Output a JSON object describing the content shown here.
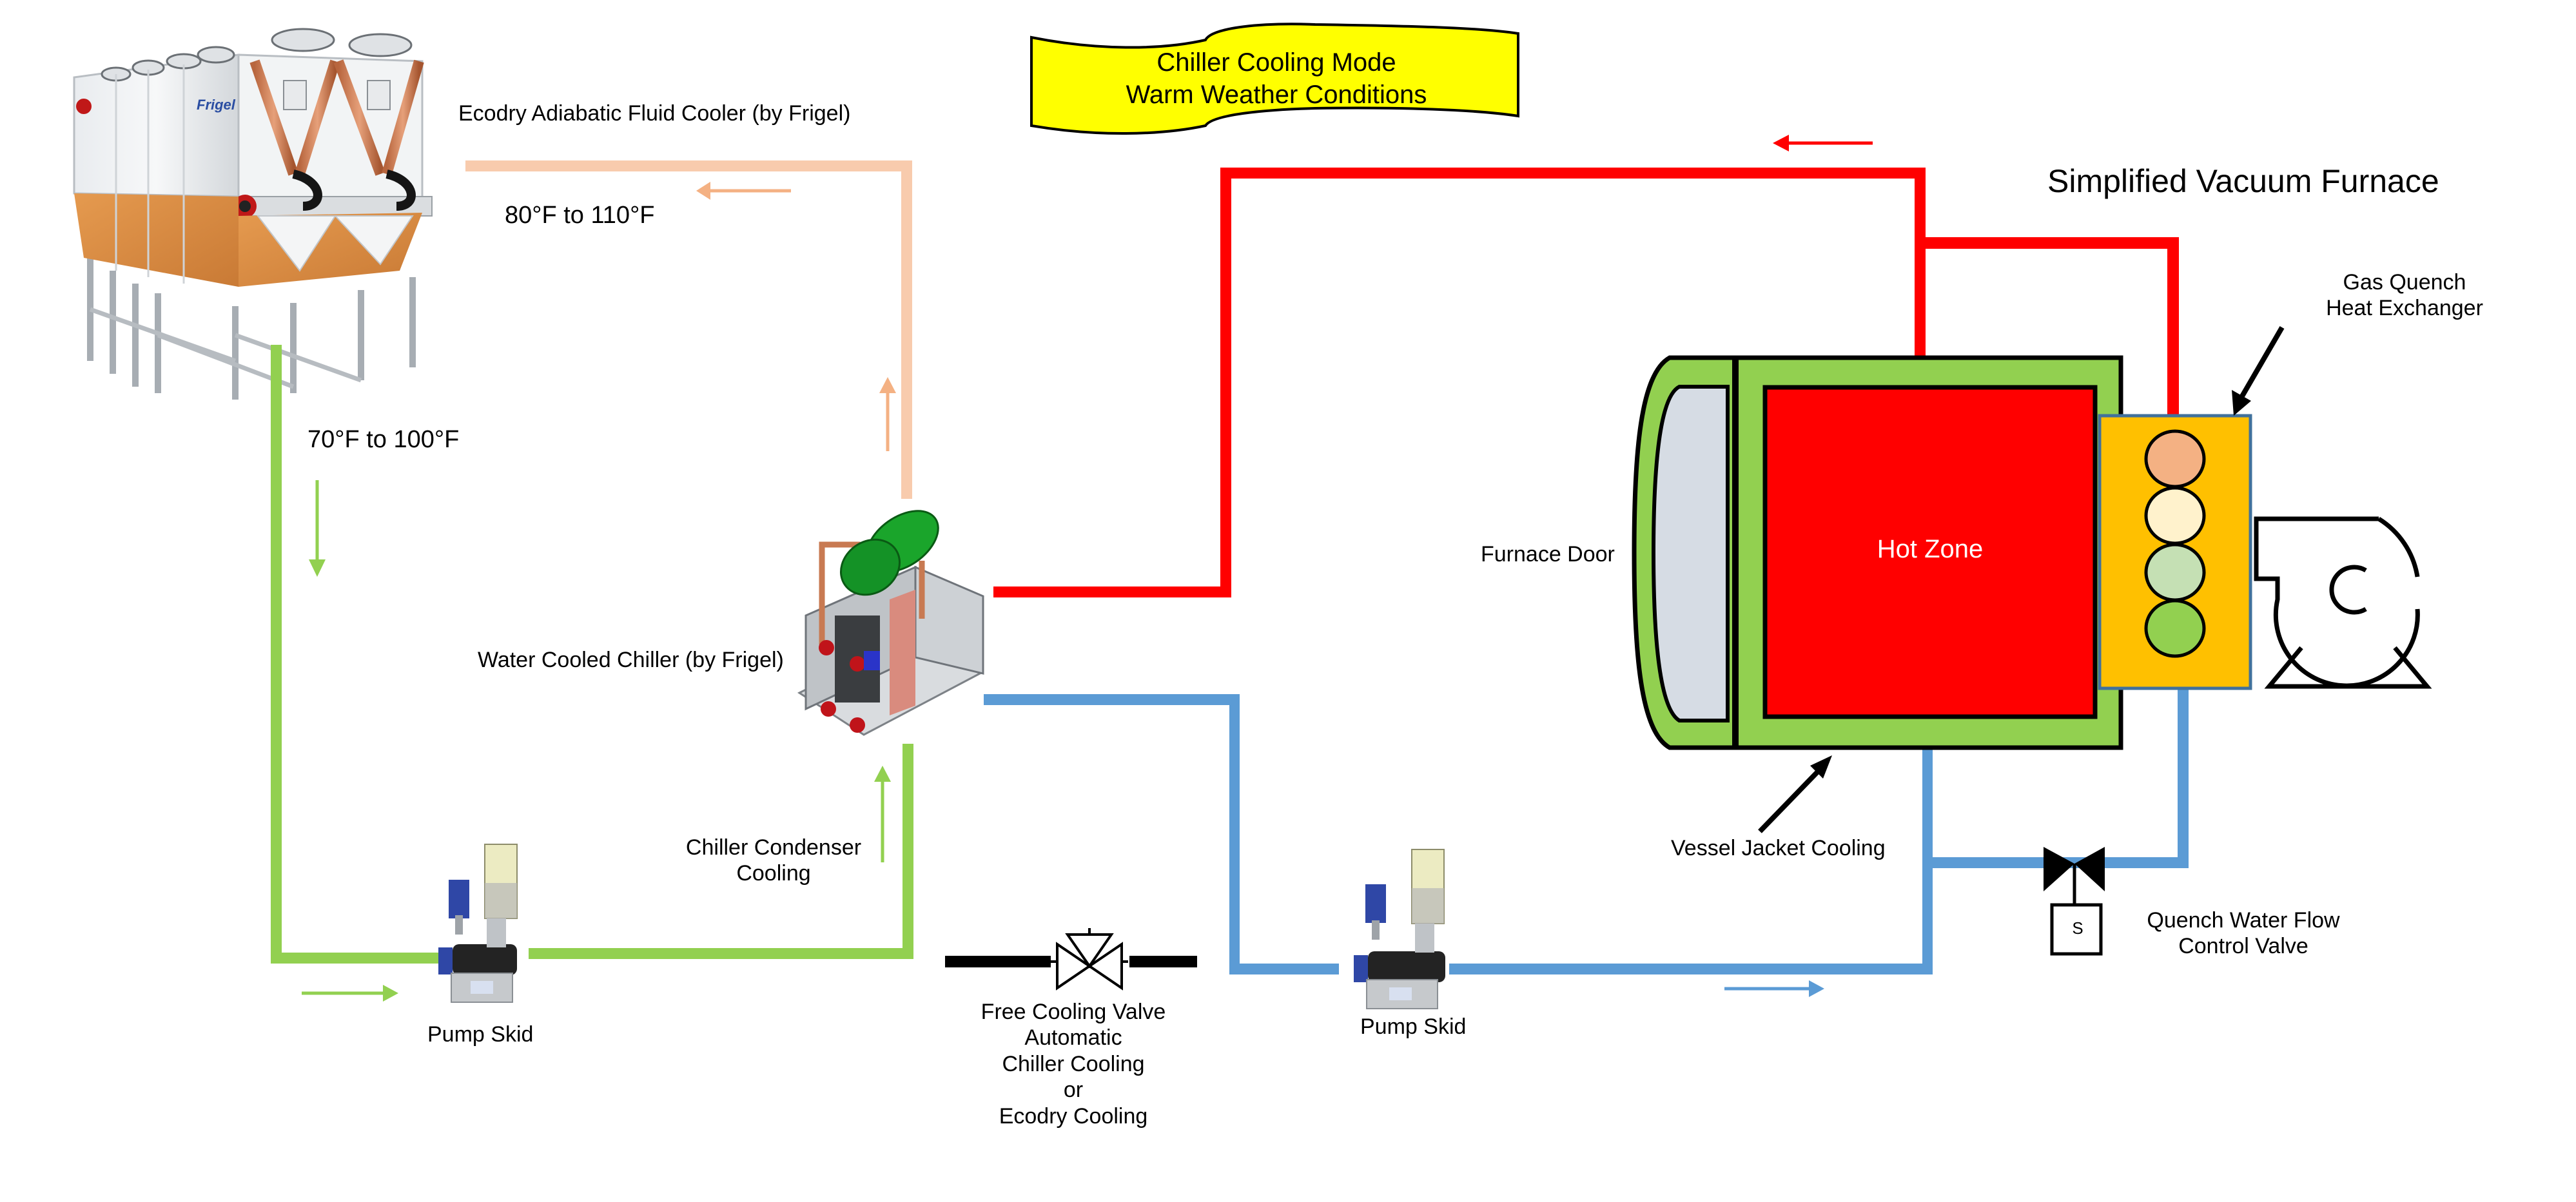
{
  "banner": {
    "line1": "Chiller Cooling Mode",
    "line2": "Warm Weather Conditions",
    "fill": "#FFFF00"
  },
  "title": "Simplified Vacuum Furnace",
  "labels": {
    "ecodry": "Ecodry Adiabatic Fluid Cooler (by Frigel)",
    "temp_return": "80°F to 110°F",
    "temp_supply": "70°F to 100°F",
    "chiller": "Water Cooled Chiller (by Frigel)",
    "condenser_line1": "Chiller Condenser",
    "condenser_line2": "Cooling",
    "pump_skid_left": "Pump Skid",
    "pump_skid_right": "Pump Skid",
    "free_cooling": [
      "Free Cooling Valve",
      "Automatic",
      "Chiller Cooling",
      "or",
      "Ecodry Cooling"
    ],
    "furnace_door": "Furnace Door",
    "hot_zone": "Hot Zone",
    "vessel_jacket": "Vessel Jacket Cooling",
    "gas_quench_line1": "Gas Quench",
    "gas_quench_line2": "Heat Exchanger",
    "quench_valve_line1": "Quench Water Flow",
    "quench_valve_line2": "Control Valve",
    "solenoid": "S",
    "brand": "Frigel"
  },
  "colors": {
    "hot_water": "#FF0000",
    "cold_water": "#5B9BD5",
    "condenser_supply": "#92D050",
    "condenser_return": "#F8CBAD",
    "return_arrow": "#F4B183",
    "jacket": "#92D050",
    "hot_zone": "#FF0000",
    "door_glass": "#D6DCE4",
    "heat_exchanger": "#FFC000",
    "hx_border": "#41719C",
    "hx_coils": [
      "#F4B183",
      "#FFF2CC",
      "#C5E0B4",
      "#92D050"
    ]
  },
  "flow_directions": {
    "condenser_return": "left",
    "condenser_supply": "down",
    "pump_in": "right",
    "condenser_up": "up",
    "chiller_to_ecodry": "up",
    "hot_return": "left",
    "cold_supply": "right"
  }
}
